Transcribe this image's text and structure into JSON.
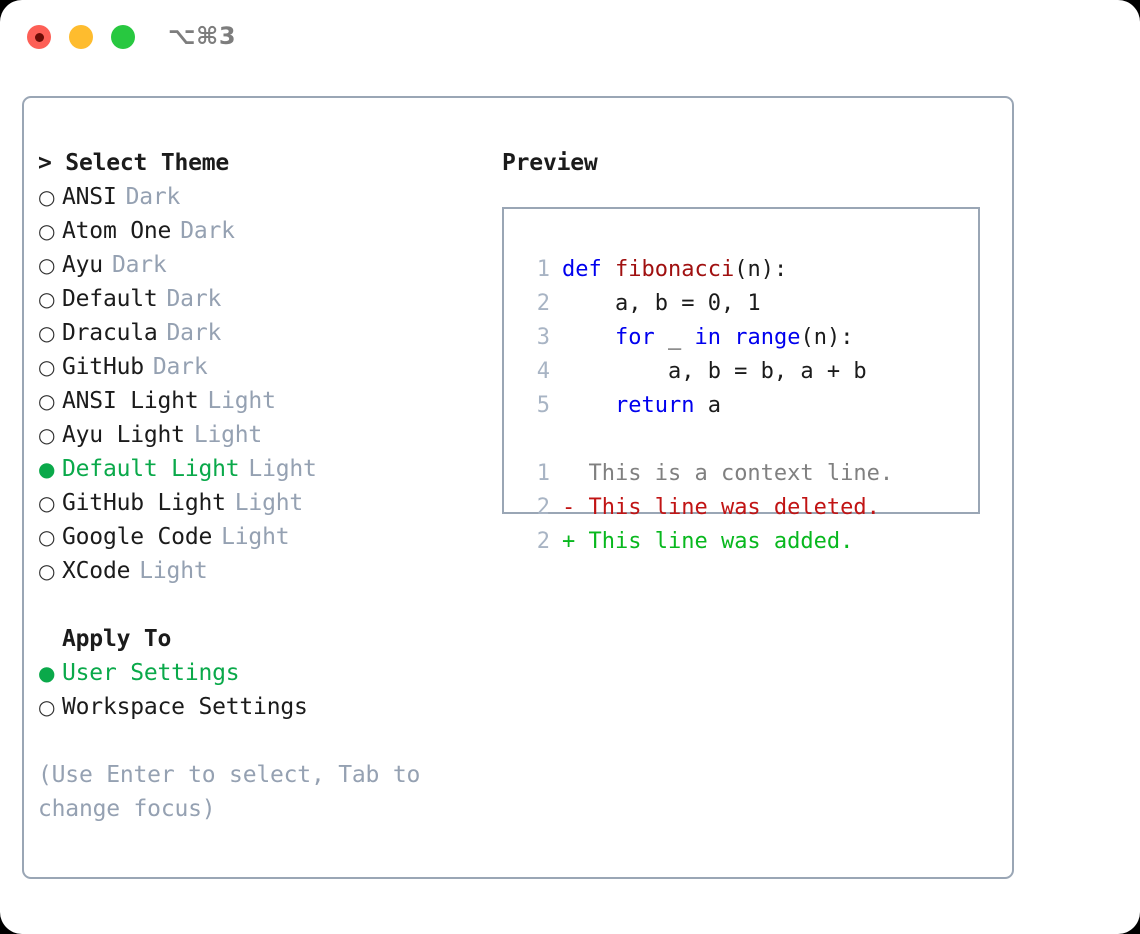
{
  "window": {
    "title": "⌥⌘3",
    "controls": [
      {
        "name": "close",
        "color": "#fd5f56"
      },
      {
        "name": "minimize",
        "color": "#febc2e"
      },
      {
        "name": "maximize",
        "color": "#28c840"
      }
    ]
  },
  "theme_panel": {
    "heading": "> Select Theme",
    "items": [
      {
        "bullet": "○",
        "label": "ANSI",
        "badge": "Dark",
        "selected": false
      },
      {
        "bullet": "○",
        "label": "Atom One",
        "badge": "Dark",
        "selected": false
      },
      {
        "bullet": "○",
        "label": "Ayu",
        "badge": "Dark",
        "selected": false
      },
      {
        "bullet": "○",
        "label": "Default",
        "badge": "Dark",
        "selected": false
      },
      {
        "bullet": "○",
        "label": "Dracula",
        "badge": "Dark",
        "selected": false
      },
      {
        "bullet": "○",
        "label": "GitHub",
        "badge": "Dark",
        "selected": false
      },
      {
        "bullet": "○",
        "label": "ANSI Light",
        "badge": "Light",
        "selected": false
      },
      {
        "bullet": "○",
        "label": "Ayu Light",
        "badge": "Light",
        "selected": false
      },
      {
        "bullet": "●",
        "label": "Default Light",
        "badge": "Light",
        "selected": true
      },
      {
        "bullet": "○",
        "label": "GitHub Light",
        "badge": "Light",
        "selected": false
      },
      {
        "bullet": "○",
        "label": "Google Code",
        "badge": "Light",
        "selected": false
      },
      {
        "bullet": "○",
        "label": "XCode",
        "badge": "Light",
        "selected": false
      }
    ]
  },
  "apply_to": {
    "heading": "Apply To",
    "items": [
      {
        "bullet": "●",
        "label": "User Settings",
        "selected": true
      },
      {
        "bullet": "○",
        "label": "Workspace Settings",
        "selected": false
      }
    ]
  },
  "hint": "(Use Enter to select, Tab to change focus)",
  "preview": {
    "heading": "Preview",
    "code_lines": [
      {
        "num": "1",
        "tokens": [
          {
            "t": "def",
            "c": "kw"
          },
          {
            "t": " ",
            "c": ""
          },
          {
            "t": "fibonacci",
            "c": "fn"
          },
          {
            "t": "(n):",
            "c": ""
          }
        ]
      },
      {
        "num": "2",
        "tokens": [
          {
            "t": "    a, b = 0, 1",
            "c": ""
          }
        ]
      },
      {
        "num": "3",
        "tokens": [
          {
            "t": "    ",
            "c": ""
          },
          {
            "t": "for",
            "c": "kw"
          },
          {
            "t": " _ ",
            "c": ""
          },
          {
            "t": "in",
            "c": "kw"
          },
          {
            "t": " ",
            "c": ""
          },
          {
            "t": "range",
            "c": "kw"
          },
          {
            "t": "(n):",
            "c": ""
          }
        ]
      },
      {
        "num": "4",
        "tokens": [
          {
            "t": "        a, b = b, a + b",
            "c": ""
          }
        ]
      },
      {
        "num": "5",
        "tokens": [
          {
            "t": "    ",
            "c": ""
          },
          {
            "t": "return",
            "c": "kw"
          },
          {
            "t": " a",
            "c": ""
          }
        ]
      }
    ],
    "diff_lines": [
      {
        "num": "1",
        "marker": " ",
        "text": " This is a context line.",
        "kind": "ctx"
      },
      {
        "num": "2",
        "marker": "-",
        "text": " This line was deleted.",
        "kind": "del"
      },
      {
        "num": "2",
        "marker": "+",
        "text": " This line was added.",
        "kind": "add"
      }
    ]
  },
  "colors": {
    "accent_green": "#0aa94a",
    "border": "#9aa6b5",
    "muted": "#95a1b2",
    "keyword": "#0000ee",
    "function": "#a01010",
    "diff_added": "#08b81e",
    "diff_deleted": "#c11414",
    "diff_context": "#808080",
    "line_number": "#a8b4c4"
  }
}
